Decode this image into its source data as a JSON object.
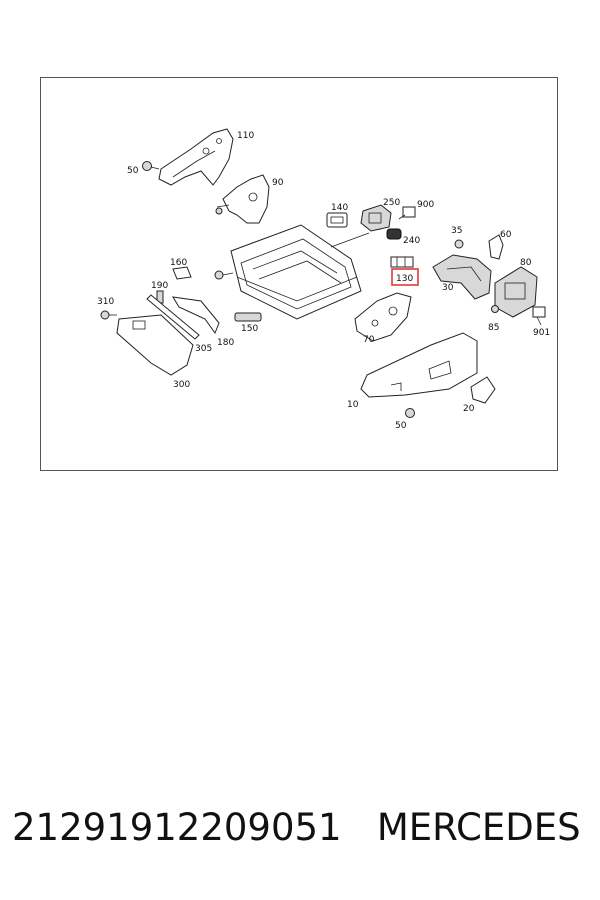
{
  "diagram": {
    "highlight_color": "#e33a3a",
    "highlighted_part": "130",
    "parts": [
      {
        "id": "110",
        "label": "110"
      },
      {
        "id": "50a",
        "label": "50"
      },
      {
        "id": "90",
        "label": "90"
      },
      {
        "id": "140",
        "label": "140"
      },
      {
        "id": "250",
        "label": "250"
      },
      {
        "id": "900",
        "label": "900"
      },
      {
        "id": "240",
        "label": "240"
      },
      {
        "id": "35",
        "label": "35"
      },
      {
        "id": "60",
        "label": "60"
      },
      {
        "id": "160",
        "label": "160"
      },
      {
        "id": "80",
        "label": "80"
      },
      {
        "id": "130",
        "label": "130"
      },
      {
        "id": "190",
        "label": "190"
      },
      {
        "id": "30",
        "label": "30"
      },
      {
        "id": "310",
        "label": "310"
      },
      {
        "id": "85",
        "label": "85"
      },
      {
        "id": "150",
        "label": "150"
      },
      {
        "id": "901",
        "label": "901"
      },
      {
        "id": "70",
        "label": "70"
      },
      {
        "id": "305",
        "label": "305"
      },
      {
        "id": "180",
        "label": "180"
      },
      {
        "id": "300",
        "label": "300"
      },
      {
        "id": "10",
        "label": "10"
      },
      {
        "id": "20",
        "label": "20"
      },
      {
        "id": "50b",
        "label": "50"
      }
    ]
  },
  "footer": {
    "part_number": "2129191220905",
    "part_number_suffix": "1",
    "brand": "MERCEDES"
  }
}
